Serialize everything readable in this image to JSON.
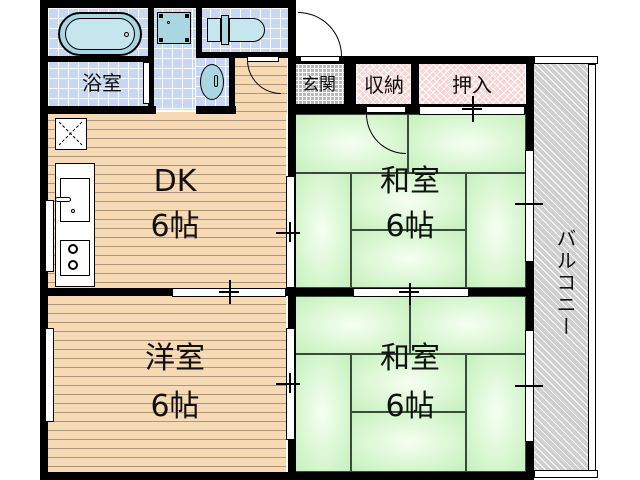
{
  "floor_plan": {
    "rooms": {
      "bath": {
        "label": "浴室",
        "color": "#c8d8f4"
      },
      "dk": {
        "label": "DK",
        "size": "6帖",
        "color": "#f7d9b4"
      },
      "washitsu_top": {
        "label": "和室",
        "size": "6帖",
        "color": "#d4f5cc"
      },
      "yoshitsu": {
        "label": "洋室",
        "size": "6帖",
        "color": "#f7d9b4"
      },
      "washitsu_bottom": {
        "label": "和室",
        "size": "6帖",
        "color": "#d4f5cc"
      },
      "genkan": {
        "label": "玄関",
        "color": "#b8b8b8"
      },
      "storage": {
        "label": "収納",
        "color": "#f8d4d4"
      },
      "closet": {
        "label": "押入",
        "color": "#f8d4d4"
      },
      "balcony": {
        "label": "バルコニー",
        "color": "#cfcfcf"
      }
    },
    "fixtures": [
      "bathtub-icon",
      "washing-machine-icon",
      "toilet-icon",
      "washbasin-icon",
      "sink-icon",
      "stove-icon",
      "fridge-space-icon"
    ],
    "wall_color": "#000000"
  }
}
